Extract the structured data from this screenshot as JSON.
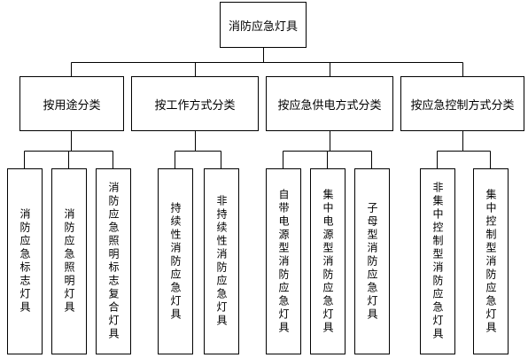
{
  "root": {
    "label": "消防应急灯具"
  },
  "categories": [
    {
      "label": "按用途分类"
    },
    {
      "label": "按工作方式分类"
    },
    {
      "label": "按应急供电方式分类"
    },
    {
      "label": "按应急控制方式分类"
    }
  ],
  "leaves": [
    {
      "label": "消防应急标志灯具"
    },
    {
      "label": "消防应急照明灯具"
    },
    {
      "label": "消防应急照明标志复合灯具"
    },
    {
      "label": "持续性消防应急灯具"
    },
    {
      "label": "非持续性消防应急灯具"
    },
    {
      "label": "自带电源型消防应急灯具"
    },
    {
      "label": "集中电源型消防应急灯具"
    },
    {
      "label": "子母型消防应急灯具"
    },
    {
      "label": "非集中控制型消防应急灯具"
    },
    {
      "label": "集中控制型消防应急灯具"
    }
  ]
}
